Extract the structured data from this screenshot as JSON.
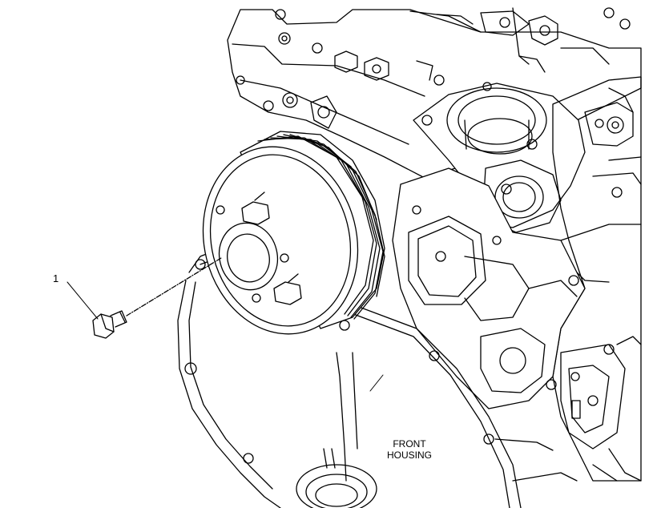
{
  "callout": {
    "number": "1"
  },
  "label": {
    "line1": "FRONT",
    "line2": "HOUSING"
  },
  "colors": {
    "line": "#000000",
    "background": "#ffffff"
  }
}
